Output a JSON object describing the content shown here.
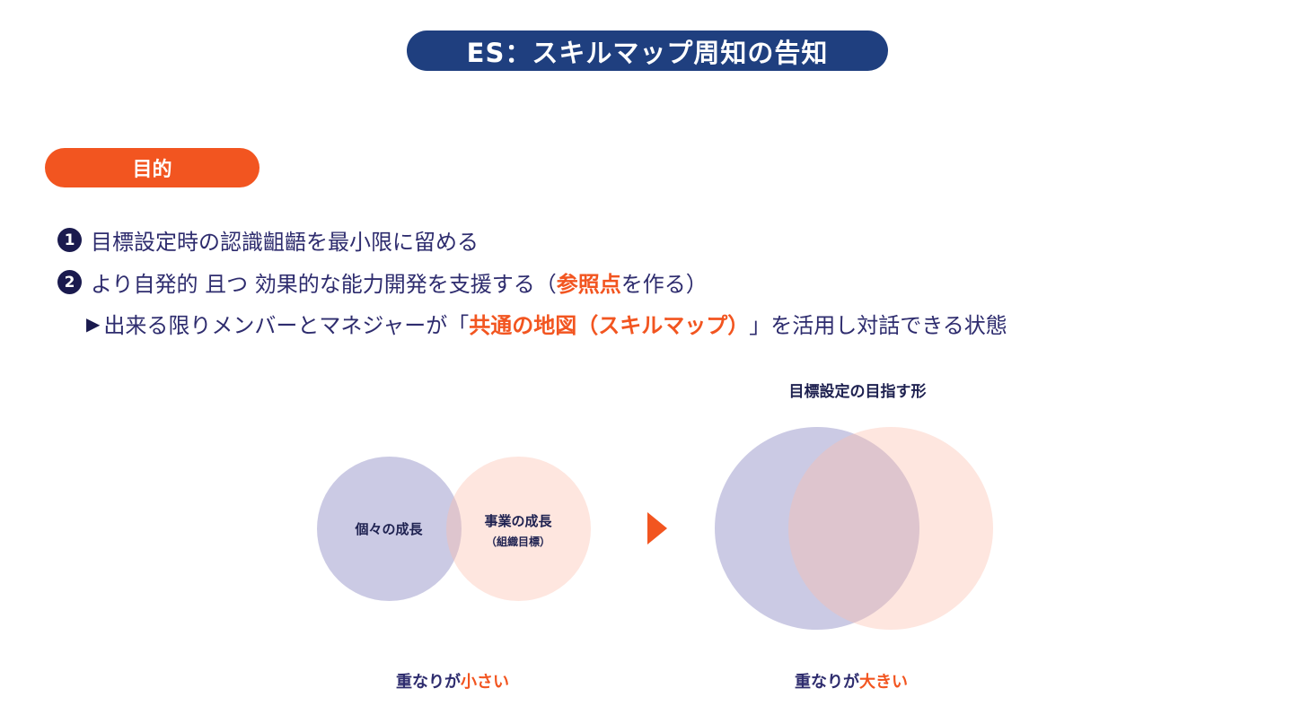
{
  "title": "ES：スキルマップ周知の告知",
  "purpose_label": "目的",
  "items": [
    {
      "num": "1",
      "text": "目標設定時の認識齟齬を最小限に留める"
    },
    {
      "num": "2",
      "text_before": "より自発的 且つ 効果的な能力開発を支援する（",
      "highlight": "参照点",
      "text_after": "を作る）"
    }
  ],
  "sub_item": {
    "prefix": "▶",
    "text_before": "出来る限りメンバーとマネジャーが「",
    "highlight": "共通の地図（スキルマップ）",
    "text_after": "」を活用し対話できる状態"
  },
  "diagram": {
    "goal_title": "目標設定の目指す形",
    "left_circle_label": "個々の成長",
    "right_circle_label": "事業の成長",
    "right_circle_sub": "（組織目標）",
    "caption_left": {
      "before": "重なりが",
      "highlight": "小さい"
    },
    "caption_right": {
      "before": "重なりが",
      "highlight": "大きい"
    }
  },
  "colors": {
    "navy": "#1f3f7f",
    "orange": "#f25520",
    "text": "#2e2c6e"
  }
}
